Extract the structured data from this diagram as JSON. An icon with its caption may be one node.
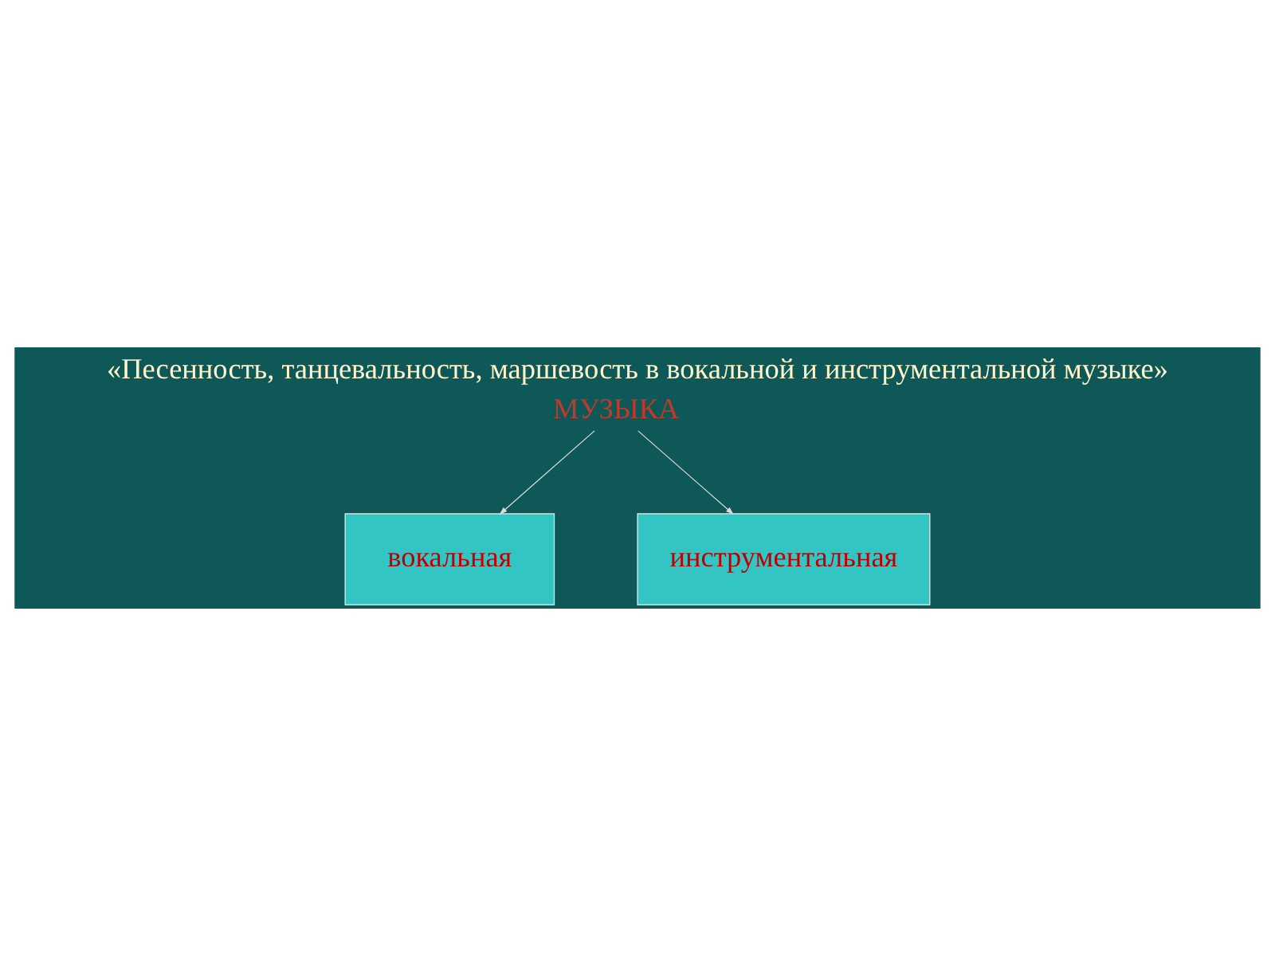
{
  "diagram": {
    "title": "«Песенность, танцевальность, маршевость в вокальной и инструментальной музыке»",
    "nodes": [
      {
        "text": [
          "МУЗЫКА"
        ]
      },
      {
        "text": [
          "вокальная"
        ]
      },
      {
        "text": [
          "инструментальная"
        ]
      }
    ],
    "edges": [
      {
        "from": 0,
        "to": 1,
        "arrow": "to"
      },
      {
        "from": 0,
        "to": 2,
        "arrow": "to"
      }
    ]
  }
}
